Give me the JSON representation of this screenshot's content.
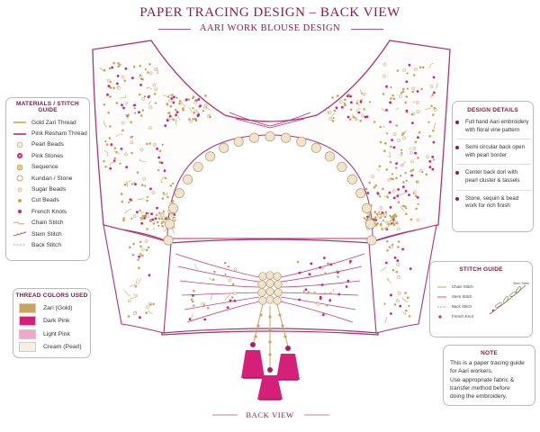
{
  "header": {
    "title": "PAPER TRACING DESIGN – BACK VIEW",
    "subtitle": "AARI WORK BLOUSE DESIGN"
  },
  "materials": {
    "title": "MATERIALS / STITCH GUIDE",
    "items": [
      {
        "label": "Gold Zari Thread",
        "icon": "gold-line"
      },
      {
        "label": "Pink Resham Thread",
        "icon": "pink-line"
      },
      {
        "label": "Pearl Beads",
        "icon": "pearl"
      },
      {
        "label": "Pink Stones",
        "icon": "pink-stone"
      },
      {
        "label": "Sequence",
        "icon": "sequence"
      },
      {
        "label": "Kundan / Stone",
        "icon": "kundan"
      },
      {
        "label": "Sugar Beads",
        "icon": "sugar-bead"
      },
      {
        "label": "Cut Beads",
        "icon": "cut-bead"
      },
      {
        "label": "French Knots",
        "icon": "french-knot"
      },
      {
        "label": "Chain Stitch",
        "icon": "chain"
      },
      {
        "label": "Stem Stitch",
        "icon": "stem"
      },
      {
        "label": "Back Stitch",
        "icon": "back"
      }
    ]
  },
  "thread_colors": {
    "title": "THREAD COLORS USED",
    "items": [
      {
        "label": "Zari (Gold)",
        "color": "#c9a45c"
      },
      {
        "label": "Dark Pink",
        "color": "#d61f78"
      },
      {
        "label": "Light Pink",
        "color": "#f2a6c8"
      },
      {
        "label": "Cream (Pearl)",
        "color": "#f7efe0"
      }
    ]
  },
  "design_details": {
    "title": "DESIGN DETAILS",
    "items": [
      [
        "Full hand Aari embroidery",
        "with floral vine pattern"
      ],
      [
        "Semi circular back open",
        "with pearl border"
      ],
      [
        "Center back dori with",
        "pearl cluster & tassels"
      ],
      [
        "Stone, sequin & bead",
        "work for rich finish"
      ]
    ]
  },
  "stitch_guide": {
    "title": "STITCH GUIDE",
    "items": [
      "Chain Stitch",
      "Stem Stitch",
      "Back Stitch",
      "French Knot"
    ],
    "sample_label": "Stem Stitch"
  },
  "note": {
    "title": "NOTE",
    "lines": [
      "This is a paper tracing guide",
      "for Aari workers.",
      "Use appropriate fabric &",
      "transfer method before",
      "doing the embroidery."
    ]
  },
  "footer": {
    "label": "BACK VIEW"
  },
  "colors": {
    "accent": "#8f1a4f",
    "magenta": "#c0287a",
    "gold": "#c9a45c",
    "pearl": "#efe4cf"
  }
}
